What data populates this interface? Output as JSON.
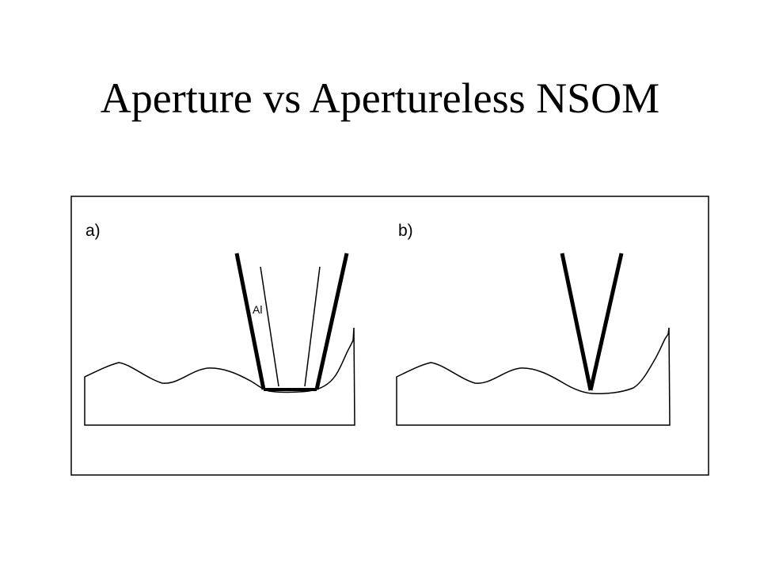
{
  "slide": {
    "title": "Aperture vs Apertureless NSOM"
  },
  "figure": {
    "panel_a": {
      "label": "a)",
      "coating_label": "Al"
    },
    "panel_b": {
      "label": "b)"
    },
    "colors": {
      "ink": "#000000",
      "background": "#ffffff"
    }
  }
}
